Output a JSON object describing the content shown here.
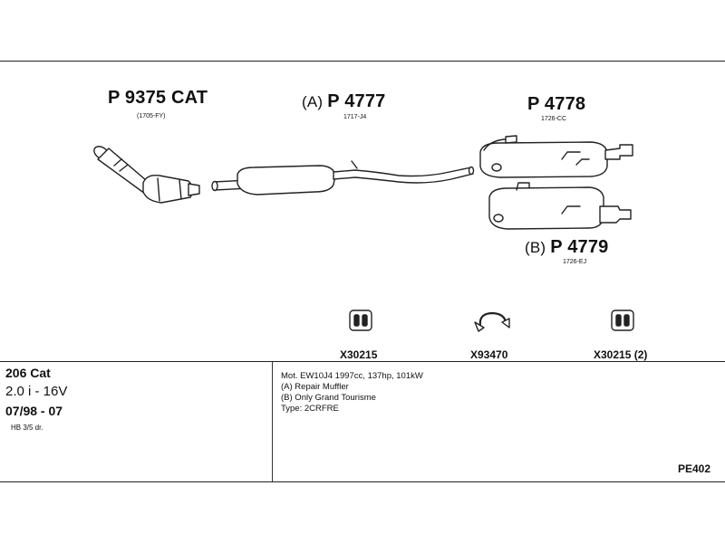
{
  "parts": {
    "p9375": {
      "code": "P 9375 CAT",
      "ref": "(1705-FY)"
    },
    "p4777": {
      "prefix": "(A)",
      "code": "P 4777",
      "ref": "1717-J4"
    },
    "p4778": {
      "code": "P 4778",
      "ref": "1726-CC"
    },
    "p4779": {
      "prefix": "(B)",
      "code": "P 4779",
      "ref": "1726-EJ"
    }
  },
  "accessories": [
    {
      "code": "X30215"
    },
    {
      "code": "X93470"
    },
    {
      "code": "X30215 (2)"
    }
  ],
  "vehicle": {
    "model": "206 Cat",
    "engine": "2.0 i - 16V",
    "years": "07/98 - 07",
    "body": "HB 3/5 dr."
  },
  "notes": [
    "Mot. EW10J4 1997cc, 137hp, 101kW",
    "(A) Repair Muffler",
    "(B) Only Grand Tourisme",
    "Type: 2CRFRE"
  ],
  "diagram_code": "PE402"
}
